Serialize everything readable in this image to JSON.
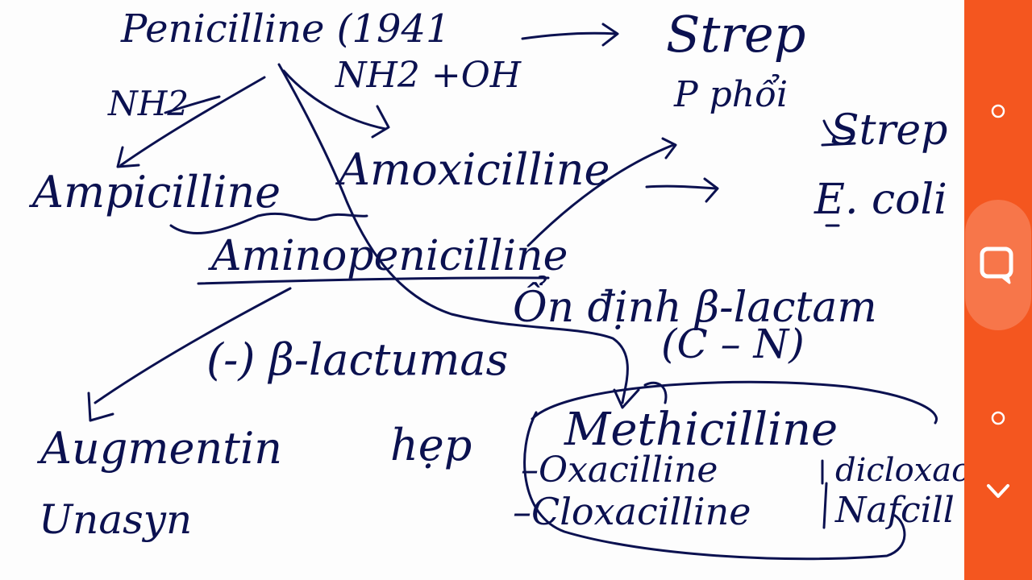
{
  "board": {
    "notes": {
      "penicilline": "Penicilline (1941",
      "strep_top": "Strep",
      "nh2_left": "NH2",
      "nh2_oh": "NH2 +OH",
      "p_phoi": "P phổi",
      "strep_right": "Strep",
      "ampicilline": "Ampicilline",
      "amoxicilline": "Amoxicilline",
      "ecoli": "E. coli",
      "aminopenicilline": "Aminopenicilline",
      "on_dinh": "Ổn định β-lactam",
      "cn_bond": "(C – N)",
      "lactamase": "(-) β-lactumas",
      "augmentin": "Augmentin",
      "hep": "hẹp",
      "methicilline": "Methicilline",
      "oxacilline": "–Oxacilline",
      "dicloxa": "dicloxac",
      "unasyn": "Unasyn",
      "cloxacilline": "–Cloxacilline",
      "nafcill": "Nafcill"
    }
  },
  "colors": {
    "ink": "#0b1150",
    "board": "#fdfdfd",
    "sidebar": "#f4561f",
    "sidebar_highlight": "#f7764a",
    "sidebar_icon": "#ffffff"
  },
  "sidebar": {
    "icons": [
      "circle-icon",
      "chat-bubble-icon",
      "circle-icon",
      "chevron-down-icon"
    ]
  }
}
